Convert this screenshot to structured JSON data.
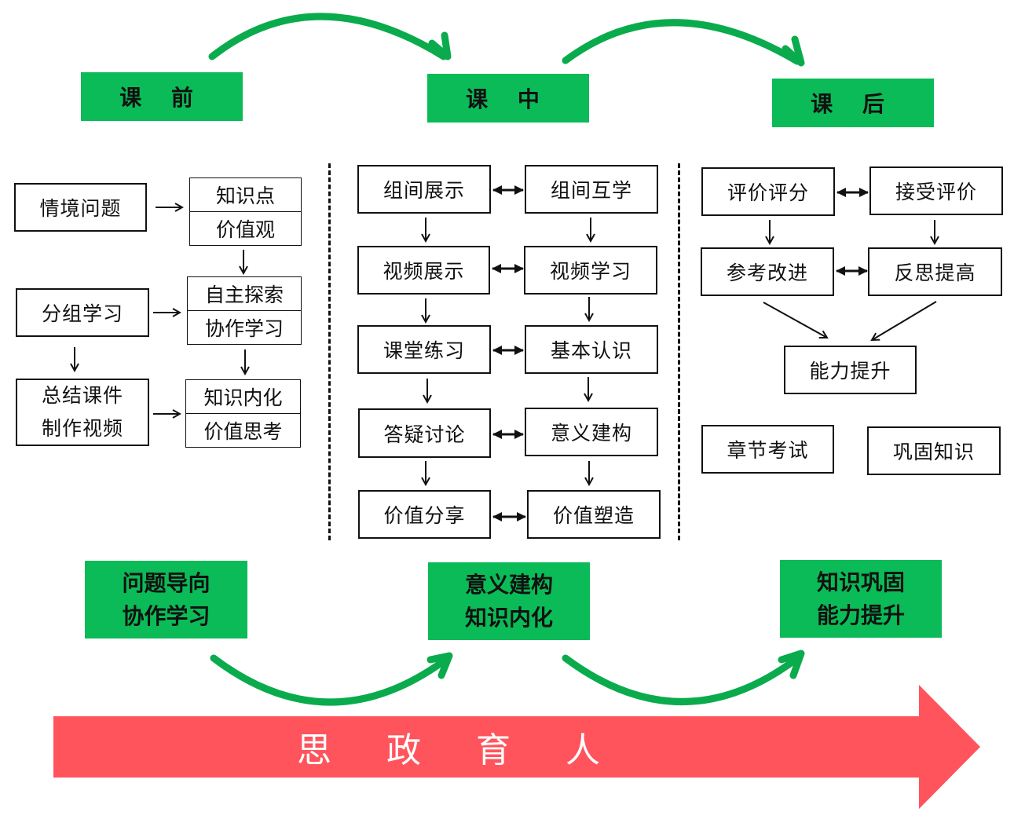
{
  "colors": {
    "stage_green": "#0bbb57",
    "arrow_green": "#0aab4c",
    "banner_red": "#ff545c"
  },
  "stages": {
    "before": "课 前",
    "during": "课 中",
    "after": "课 后"
  },
  "before_flow": {
    "scenario_problem": "情境问题",
    "group_learning": "分组学习",
    "summary_line1": "总结课件",
    "summary_line2": "制作视频",
    "pair1": [
      "知识点",
      "价值观"
    ],
    "pair2": [
      "自主探索",
      "协作学习"
    ],
    "pair3": [
      "知识内化",
      "价值思考"
    ]
  },
  "during_flow": {
    "left": [
      "组间展示",
      "视频展示",
      "课堂练习",
      "答疑讨论",
      "价值分享"
    ],
    "right": [
      "组间互学",
      "视频学习",
      "基本认识",
      "意义建构",
      "价值塑造"
    ]
  },
  "after_flow": {
    "evaluate": "评价评分",
    "accept": "接受评价",
    "improve": "参考改进",
    "reflect": "反思提高",
    "ability": "能力提升",
    "exam": "章节考试",
    "consolidate": "巩固知识"
  },
  "goals": {
    "before": [
      "问题导向",
      "协作学习"
    ],
    "during": [
      "意义建构",
      "知识内化"
    ],
    "after": [
      "知识巩固",
      "能力提升"
    ]
  },
  "banner": "思 政 育 人"
}
